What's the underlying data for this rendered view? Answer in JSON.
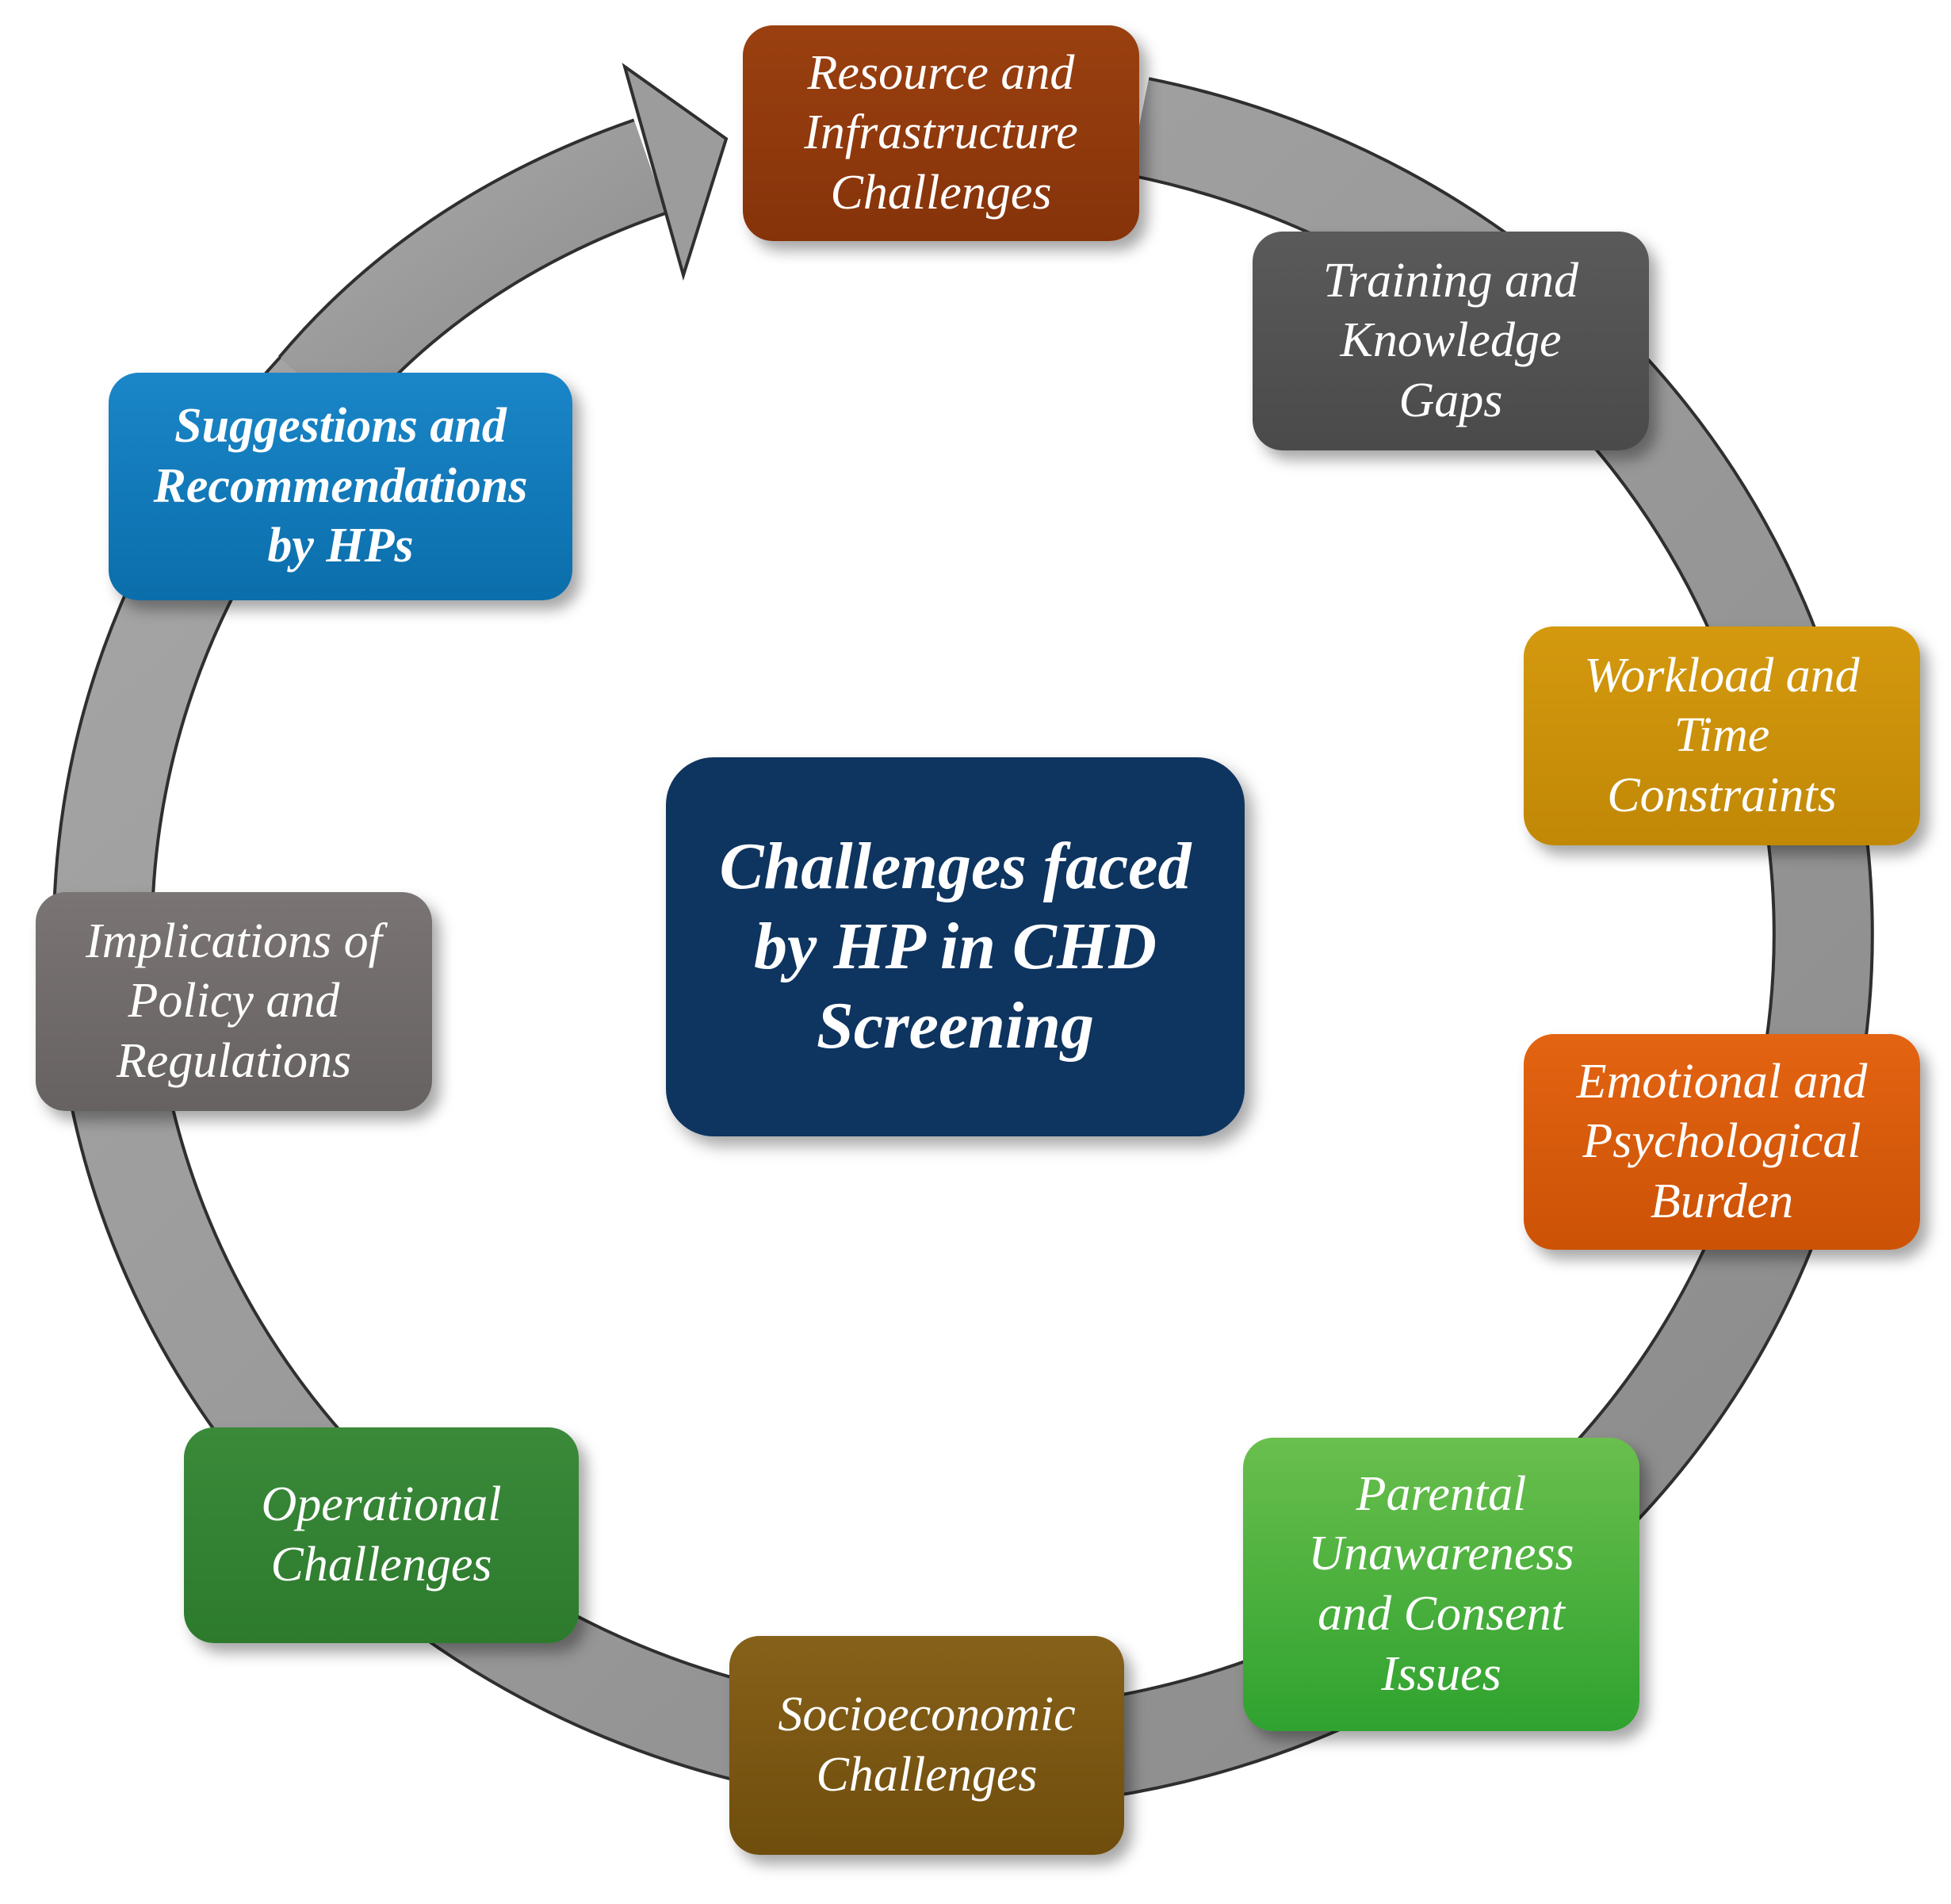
{
  "diagram": {
    "center_label": "Challenges faced\nby HP in CHD\nScreening",
    "nodes": [
      {
        "id": "resource",
        "label": "Resource and\nInfrastructure\nChallenges",
        "color": "#8f3a0c"
      },
      {
        "id": "training",
        "label": "Training and\nKnowledge\nGaps",
        "color": "#505050"
      },
      {
        "id": "workload",
        "label": "Workload and\nTime\nConstraints",
        "color": "#c98f0a"
      },
      {
        "id": "emotional",
        "label": "Emotional and\nPsychological\nBurden",
        "color": "#d65a0b"
      },
      {
        "id": "parental",
        "label": "Parental\nUnawareness\nand Consent\nIssues",
        "color": "#45ab3a"
      },
      {
        "id": "socio",
        "label": "Socioeconomic\nChallenges",
        "color": "#7a5712"
      },
      {
        "id": "operational",
        "label": "Operational\nChallenges",
        "color": "#338233"
      },
      {
        "id": "implications",
        "label": "Implications of\nPolicy and\nRegulations",
        "color": "#706b6b"
      },
      {
        "id": "suggestions",
        "label": "Suggestions and\nRecommendations\nby HPs",
        "color": "#127bbb"
      }
    ],
    "center_color": "#0e3460",
    "arrow_color": "#9c9c9c"
  }
}
